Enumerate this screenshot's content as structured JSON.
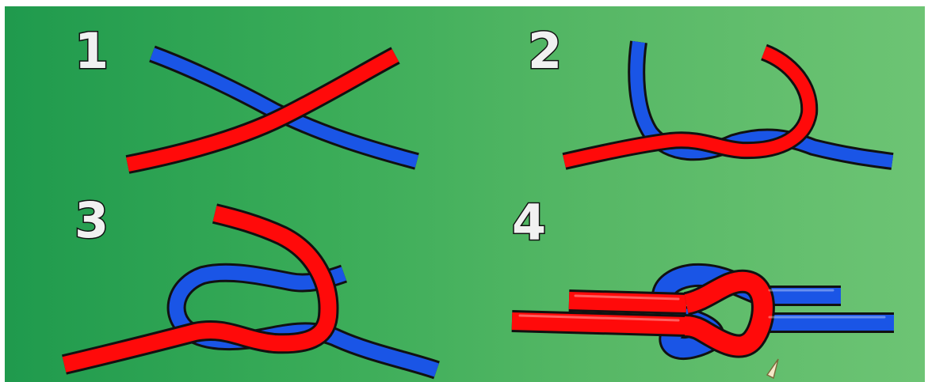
{
  "steps": [
    {
      "number": "1"
    },
    {
      "number": "2"
    },
    {
      "number": "3"
    },
    {
      "number": "4"
    }
  ],
  "colors": {
    "background_left": "#1f9a4d",
    "background_right": "#6dc474",
    "rope_red": "#ff0a0a",
    "rope_blue": "#1a55e6",
    "outline": "#111111"
  }
}
